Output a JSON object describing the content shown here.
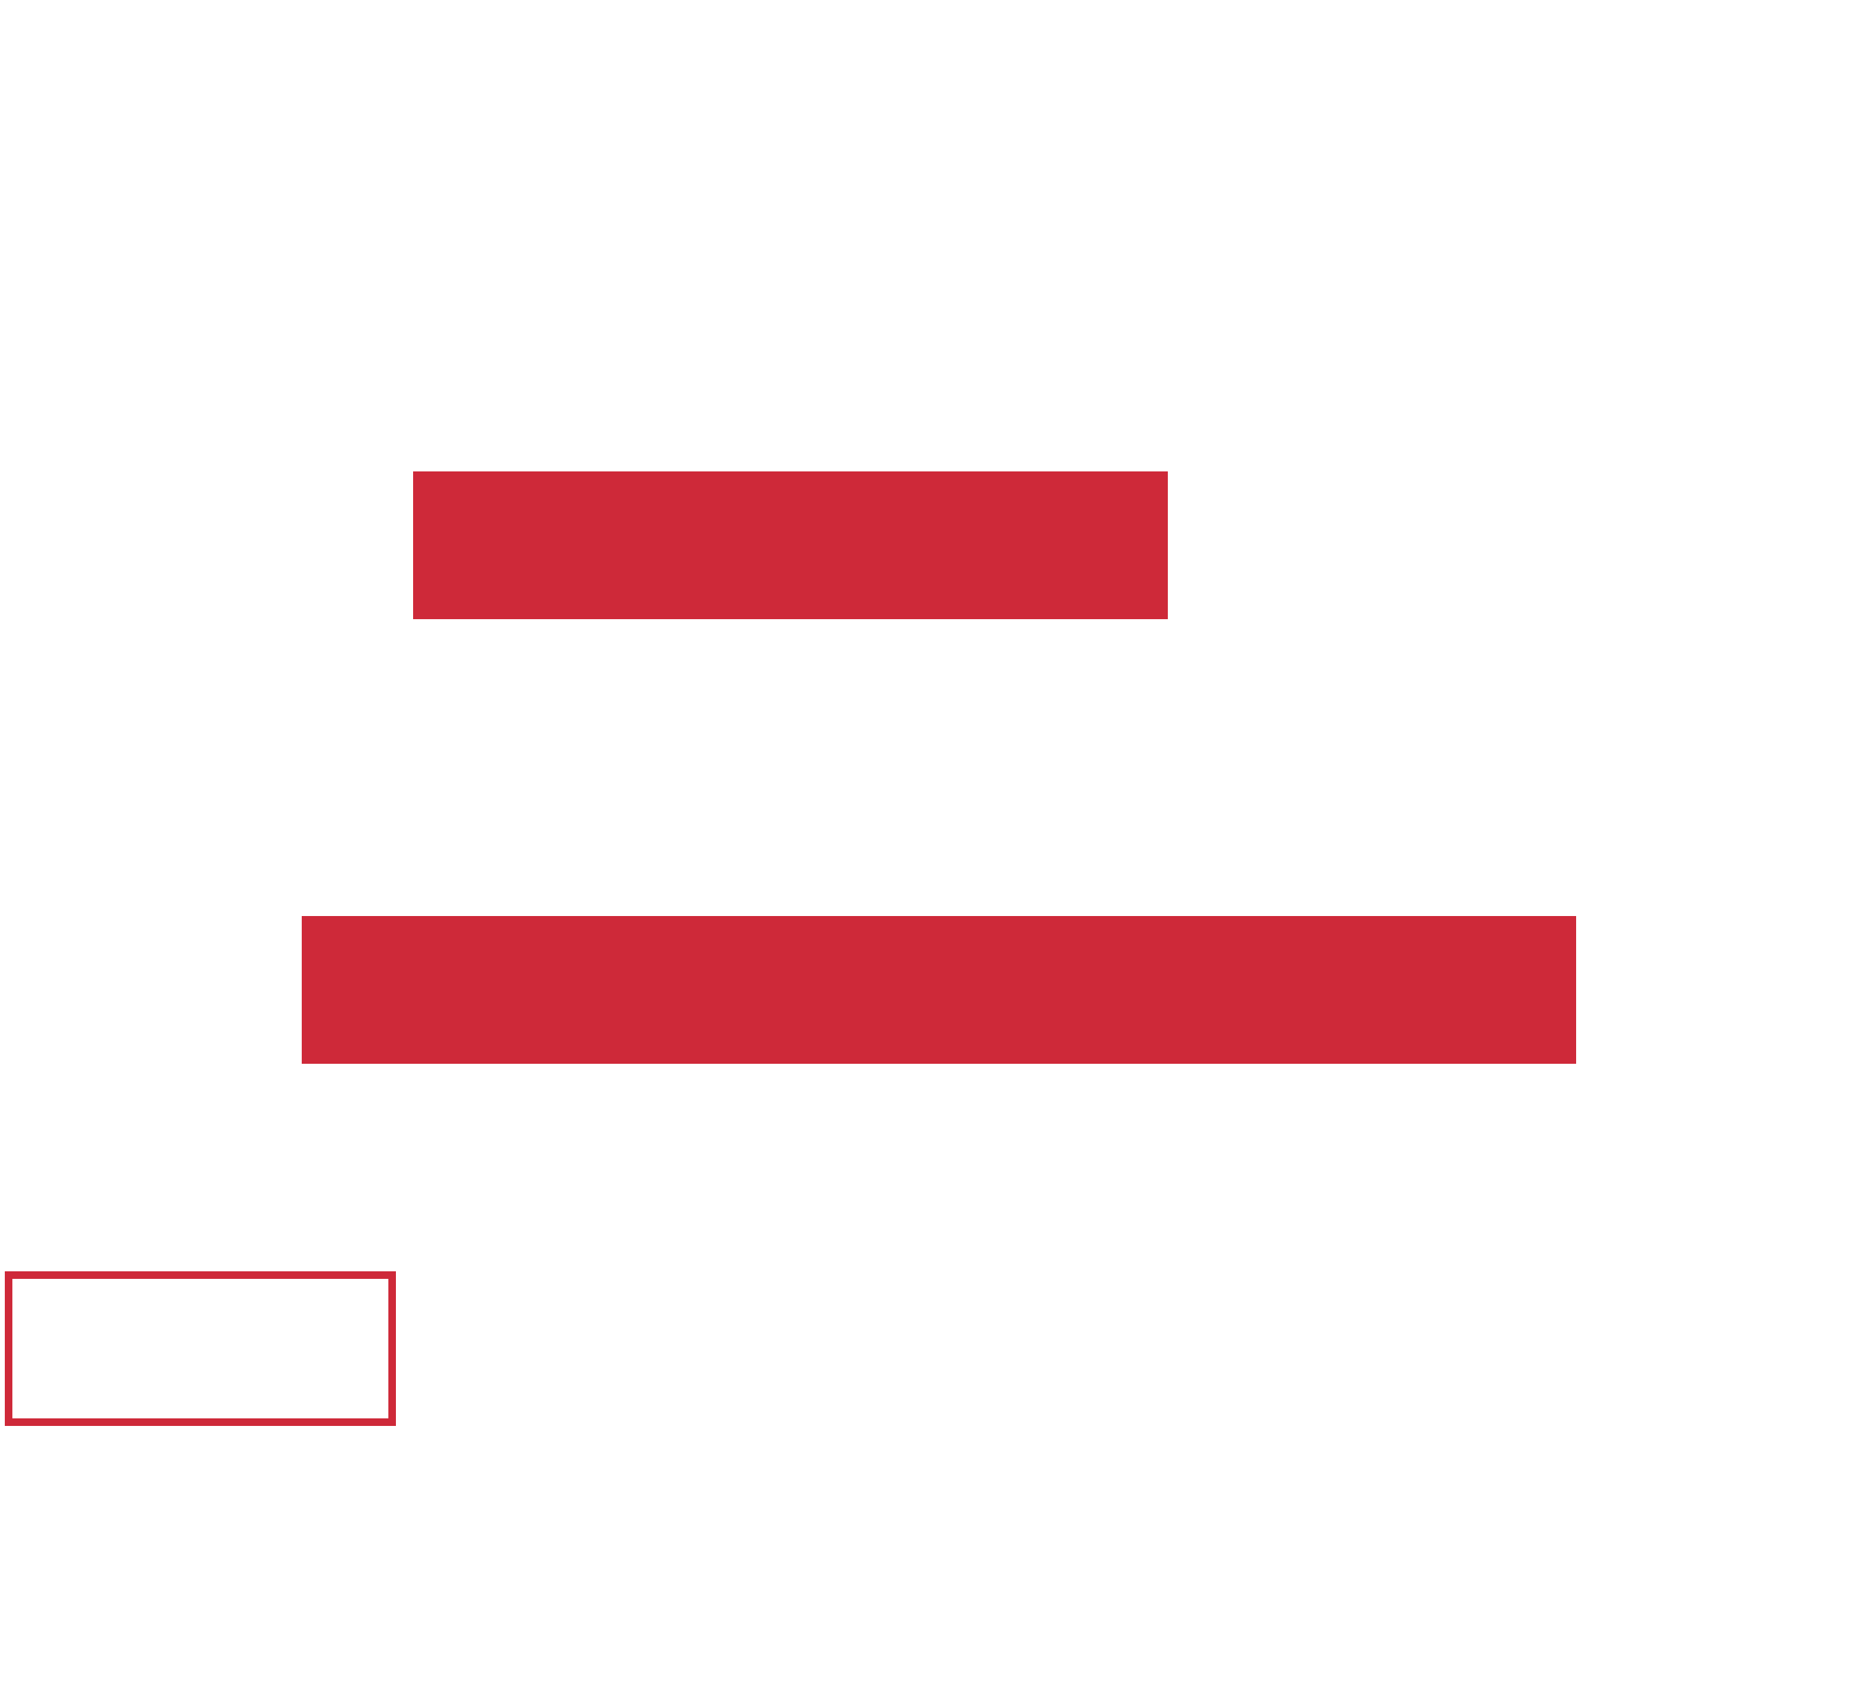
{
  "palette": {
    "background": "#ffffff",
    "accent": "#ce2939"
  },
  "shapes": [
    {
      "name": "filled-bar-top",
      "style": "filled"
    },
    {
      "name": "filled-bar-middle",
      "style": "filled"
    },
    {
      "name": "outlined-box",
      "style": "outline"
    }
  ]
}
